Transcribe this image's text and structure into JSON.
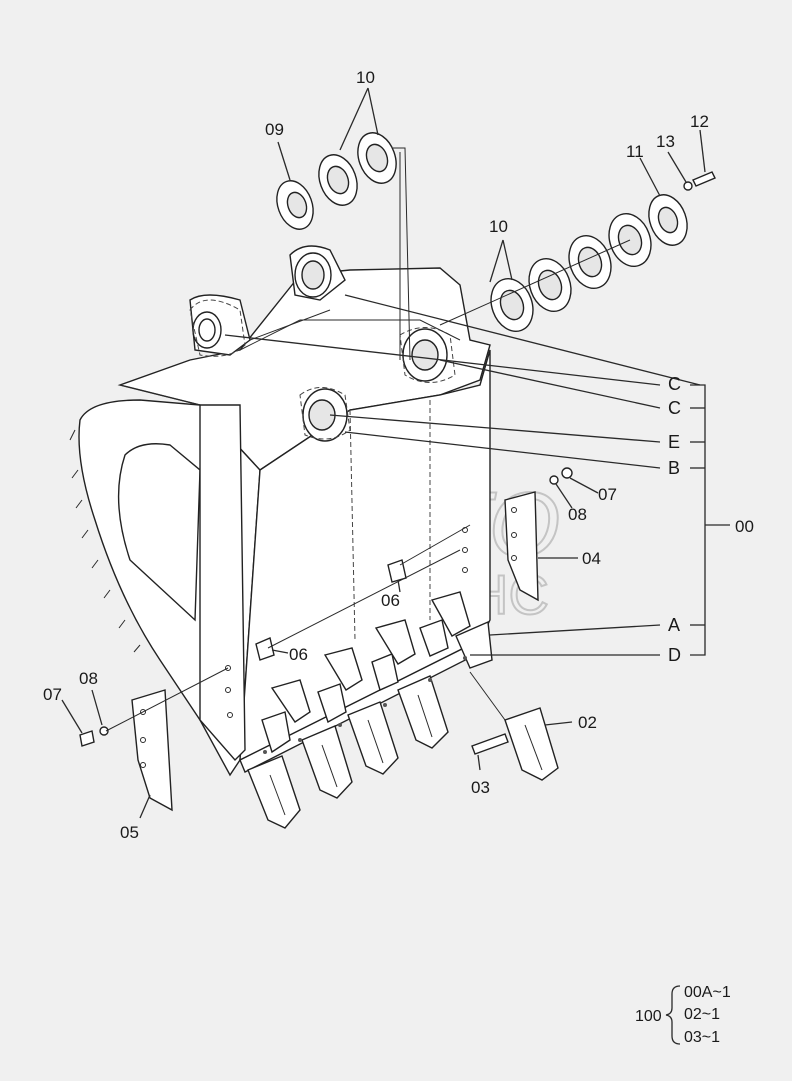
{
  "watermark": {
    "line1": "АВТО",
    "line2": "АЛЬЯНС"
  },
  "parts": {
    "p00": "00",
    "p02": "02",
    "p03": "03",
    "p04": "04",
    "p05": "05",
    "p06a": "06",
    "p06b": "06",
    "p07a": "07",
    "p07b": "07",
    "p08a": "08",
    "p08b": "08",
    "p09": "09",
    "p10a": "10",
    "p10b": "10",
    "p11": "11",
    "p12": "12",
    "p13": "13"
  },
  "letters": {
    "c1": "C",
    "c2": "C",
    "e": "E",
    "b": "B",
    "a": "A",
    "d": "D"
  },
  "kit": {
    "code": "100",
    "items": [
      "00A~1",
      "02~1",
      "03~1"
    ]
  }
}
